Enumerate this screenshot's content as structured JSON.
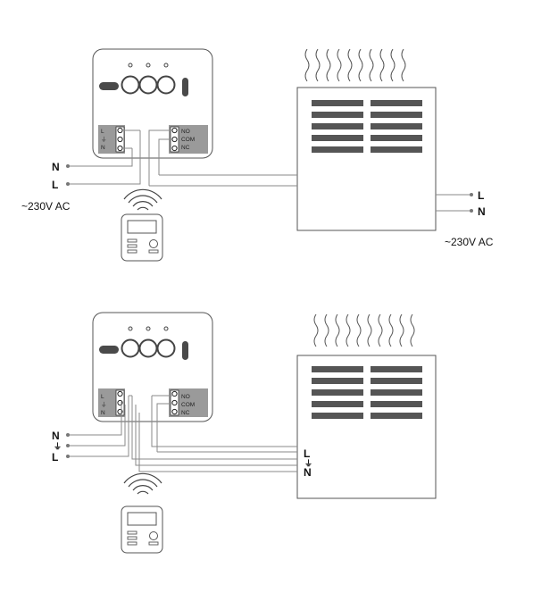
{
  "diagrams": [
    {
      "left_labels": [
        "N",
        "L"
      ],
      "voltage_left": "~230V AC",
      "right_labels": [
        "L",
        "N"
      ],
      "voltage_right": "~230V AC",
      "terminals_left": [
        "L",
        "⏚",
        "N"
      ],
      "terminals_right": [
        "NO",
        "COM",
        "NC"
      ]
    },
    {
      "left_labels": [
        "N",
        "⏚",
        "L"
      ],
      "heater_labels": [
        "L",
        "⏚",
        "N"
      ],
      "terminals_left": [
        "L",
        "⏚",
        "N"
      ],
      "terminals_right": [
        "NO",
        "COM",
        "NC"
      ]
    }
  ],
  "colors": {
    "wire": "#8a8a8a",
    "outline": "#555555",
    "slat": "#555555",
    "module_panel": "#9a9a9a"
  },
  "icons": [
    "relay-module",
    "heater",
    "heat-waves",
    "wireless-signal",
    "thermostat-remote"
  ]
}
